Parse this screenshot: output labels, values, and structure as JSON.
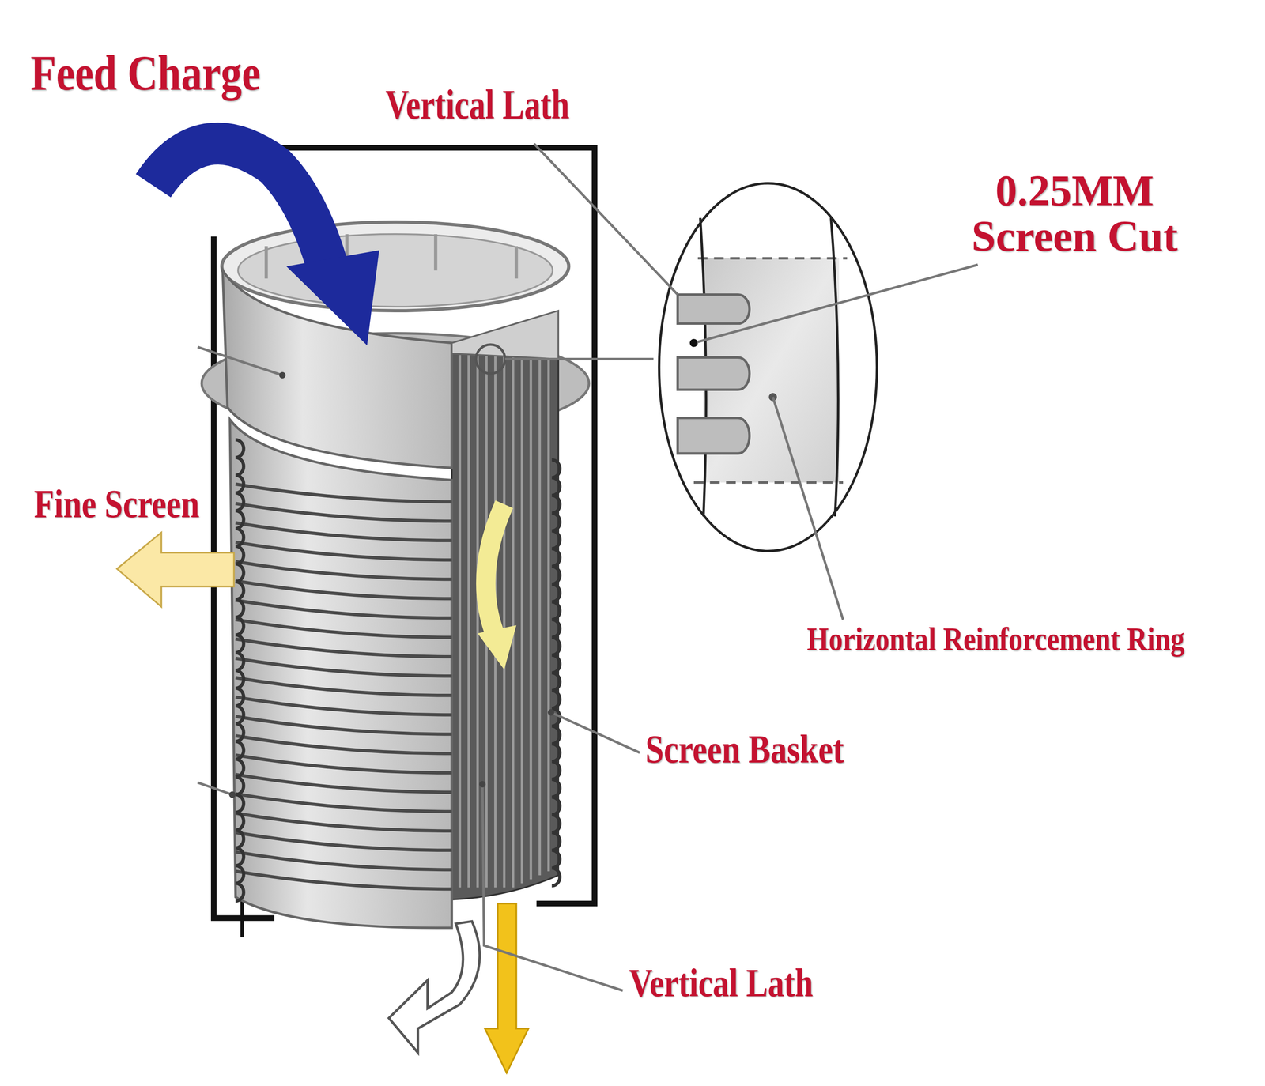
{
  "diagram": {
    "labels": [
      "Feed Charge",
      "Vertical Lath",
      "0.25MM Screen Cut",
      "Fine Screen",
      "Horizontal Reinforcement Ring",
      "Screen Basket",
      "Vertical Lath"
    ]
  }
}
